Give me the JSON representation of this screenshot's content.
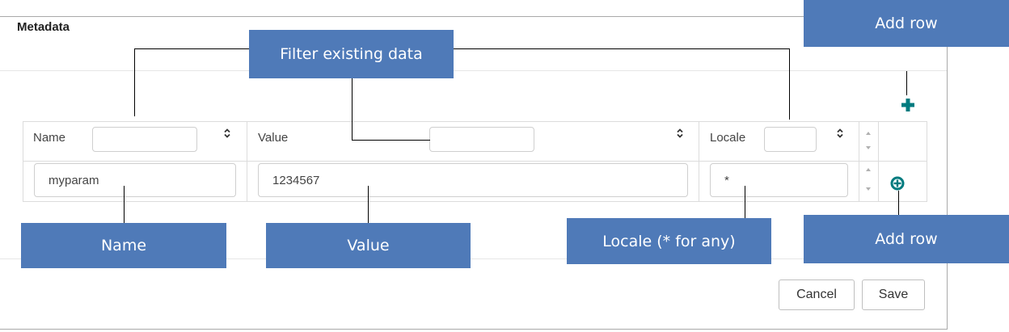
{
  "dialog": {
    "title": "Metadata"
  },
  "table": {
    "headers": [
      {
        "label": "Name",
        "filter_value": ""
      },
      {
        "label": "Value",
        "filter_value": ""
      },
      {
        "label": "Locale",
        "filter_value": ""
      }
    ],
    "rows": [
      {
        "name": "myparam",
        "value": "1234567",
        "locale": "*"
      }
    ]
  },
  "footer": {
    "cancel_label": "Cancel",
    "save_label": "Save"
  },
  "annotations": {
    "filter": "Filter existing data",
    "add_row_top": "Add row",
    "add_row_bottom": "Add row",
    "name": "Name",
    "value": "Value",
    "locale": "Locale (* for any)"
  },
  "colors": {
    "accent_teal": "#007b7f",
    "callout_blue": "#4f7ab8"
  }
}
